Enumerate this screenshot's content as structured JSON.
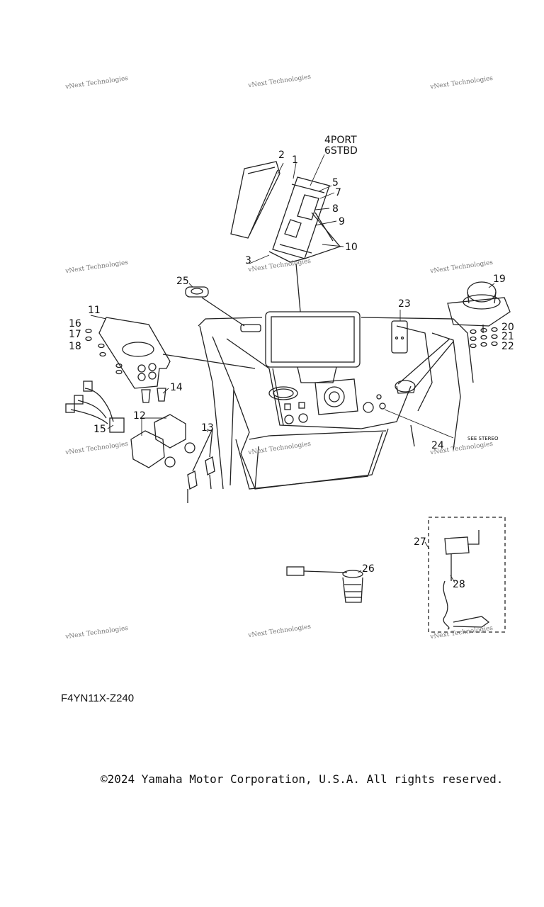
{
  "watermark": "vNext Technologies",
  "watermarks": [
    {
      "id": "wm-1"
    },
    {
      "id": "wm-2"
    },
    {
      "id": "wm-3"
    },
    {
      "id": "wm-4"
    },
    {
      "id": "wm-5"
    },
    {
      "id": "wm-6"
    },
    {
      "id": "wm-7"
    },
    {
      "id": "wm-8"
    },
    {
      "id": "wm-9"
    },
    {
      "id": "wm-10"
    },
    {
      "id": "wm-11"
    },
    {
      "id": "wm-12"
    }
  ],
  "callouts": {
    "c1": "1",
    "c2": "2",
    "c3": "3",
    "c4": "4PORT",
    "c6": "6STBD",
    "c5": "5",
    "c7": "7",
    "c8": "8",
    "c9": "9",
    "c10": "10",
    "c11": "11",
    "c12": "12",
    "c13": "13",
    "c14": "14",
    "c15": "15",
    "c16": "16",
    "c17": "17",
    "c18": "18",
    "c19": "19",
    "c20": "20",
    "c21": "21",
    "c22": "22",
    "c23": "23",
    "c24": "24",
    "c25": "25",
    "c26": "26",
    "c27": "27",
    "c28": "28"
  },
  "see_stereo": "SEE STEREO",
  "diagram_code": "F4YN11X-Z240",
  "copyright": "©2024 Yamaha Motor Corporation, U.S.A. All rights reserved."
}
